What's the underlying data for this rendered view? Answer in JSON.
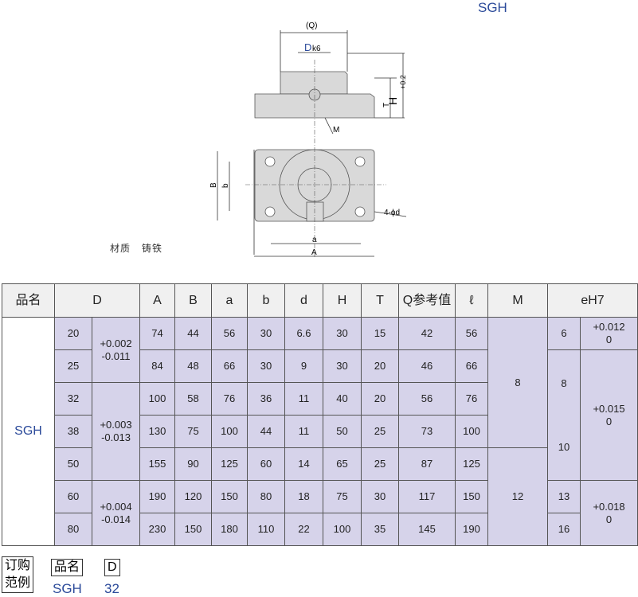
{
  "title": "SGH",
  "drawing": {
    "q": "(Q)",
    "d": "D",
    "d_sub": "k6",
    "h": "H",
    "tol": "+0.2",
    "t": "T",
    "m": "M",
    "b_upper": "B",
    "b_lower": "b",
    "holes": "4-ϕd",
    "a_lower": "a",
    "a_upper": "A"
  },
  "material": {
    "label": "材质",
    "value": "铸铁"
  },
  "table": {
    "headers": [
      "品名",
      "D",
      "A",
      "B",
      "a",
      "b",
      "d",
      "H",
      "T",
      "Q参考值",
      "ℓ",
      "M",
      "eH7"
    ],
    "name": "SGH",
    "rows": [
      {
        "D": "20",
        "A": "74",
        "B": "44",
        "a": "56",
        "b": "30",
        "d": "6.6",
        "H": "30",
        "T": "15",
        "Q": "42",
        "l": "56"
      },
      {
        "D": "25",
        "A": "84",
        "B": "48",
        "a": "66",
        "b": "30",
        "d": "9",
        "H": "30",
        "T": "20",
        "Q": "46",
        "l": "66"
      },
      {
        "D": "32",
        "A": "100",
        "B": "58",
        "a": "76",
        "b": "36",
        "d": "11",
        "H": "40",
        "T": "20",
        "Q": "56",
        "l": "76"
      },
      {
        "D": "38",
        "A": "130",
        "B": "75",
        "a": "100",
        "b": "44",
        "d": "11",
        "H": "50",
        "T": "25",
        "Q": "73",
        "l": "100"
      },
      {
        "D": "50",
        "A": "155",
        "B": "90",
        "a": "125",
        "b": "60",
        "d": "14",
        "H": "65",
        "T": "25",
        "Q": "87",
        "l": "125"
      },
      {
        "D": "60",
        "A": "190",
        "B": "120",
        "a": "150",
        "b": "80",
        "d": "18",
        "H": "75",
        "T": "30",
        "Q": "117",
        "l": "150"
      },
      {
        "D": "80",
        "A": "230",
        "B": "150",
        "a": "180",
        "b": "110",
        "d": "22",
        "H": "100",
        "T": "35",
        "Q": "145",
        "l": "190"
      }
    ],
    "d_tol": [
      {
        "rows": 2,
        "upper": "+0.002",
        "lower": "-0.011"
      },
      {
        "rows": 3,
        "upper": "+0.003",
        "lower": "-0.013"
      },
      {
        "rows": 2,
        "upper": "+0.004",
        "lower": "-0.014"
      }
    ],
    "M": [
      {
        "rows": 4,
        "value": "8"
      },
      {
        "rows": 3,
        "value": "12"
      }
    ],
    "e": [
      {
        "rows": 1,
        "value": "6"
      },
      {
        "rows": 4,
        "value": "8",
        "value2": "10"
      },
      {
        "rows": 1,
        "value": "13"
      },
      {
        "rows": 1,
        "value": "16"
      }
    ],
    "e_tol": [
      {
        "rows": 1,
        "upper": "+0.012",
        "lower": "0"
      },
      {
        "rows": 4,
        "upper": "+0.015",
        "lower": "0"
      },
      {
        "rows": 2,
        "upper": "+0.018",
        "lower": "0"
      }
    ]
  },
  "order": {
    "label1": "订购",
    "label2": "范例",
    "col1": "品名",
    "col2": "D",
    "val1": "SGH",
    "val2": "32"
  }
}
